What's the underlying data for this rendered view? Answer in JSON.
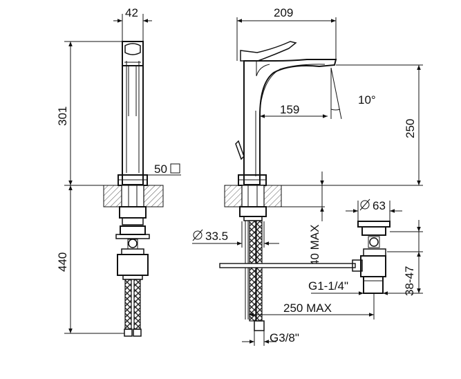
{
  "drawing": {
    "front_width_label": "42",
    "front_height_label": "301",
    "base_square_label": "50",
    "below_deck_label": "440",
    "side_length_label": "209",
    "reach_label": "159",
    "angle_label": "10°",
    "spout_height_label": "250",
    "hole_diameter_label": "33.5",
    "deck_thickness_label": "40 MAX",
    "waste_diameter_label": "63",
    "waste_thread_label": "G1-1/4\"",
    "waste_height_label": "38-47",
    "rod_length_label": "250 MAX",
    "supply_thread_label": "G3/8\""
  }
}
